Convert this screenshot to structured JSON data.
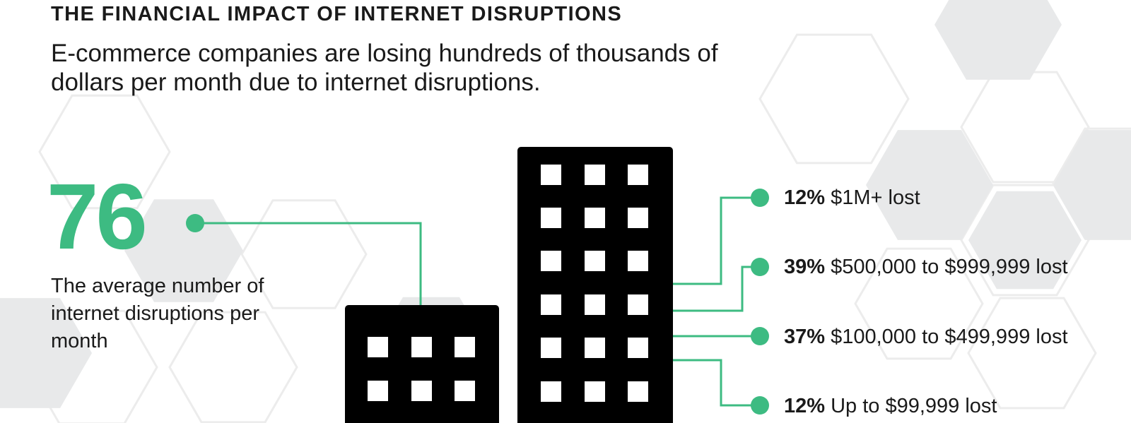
{
  "header": {
    "title": "THE FINANCIAL IMPACT OF INTERNET DISRUPTIONS",
    "subtitle": "E-commerce companies are losing hundreds of thousands of dollars per month due to internet disruptions."
  },
  "stat": {
    "value": "76",
    "description": "The average number of internet disruptions per month"
  },
  "brackets": [
    {
      "pct": "12%",
      "label": "$1M+ lost"
    },
    {
      "pct": "39%",
      "label": "$500,000 to $999,999 lost"
    },
    {
      "pct": "37%",
      "label": "$100,000 to $499,999 lost"
    },
    {
      "pct": "12%",
      "label": "Up to $99,999 lost"
    }
  ],
  "colors": {
    "accent": "#3dbb82",
    "building": "#000000",
    "hex_fill": "#e8e9ea",
    "hex_outline": "#ececec",
    "text": "#1a1a1a"
  }
}
